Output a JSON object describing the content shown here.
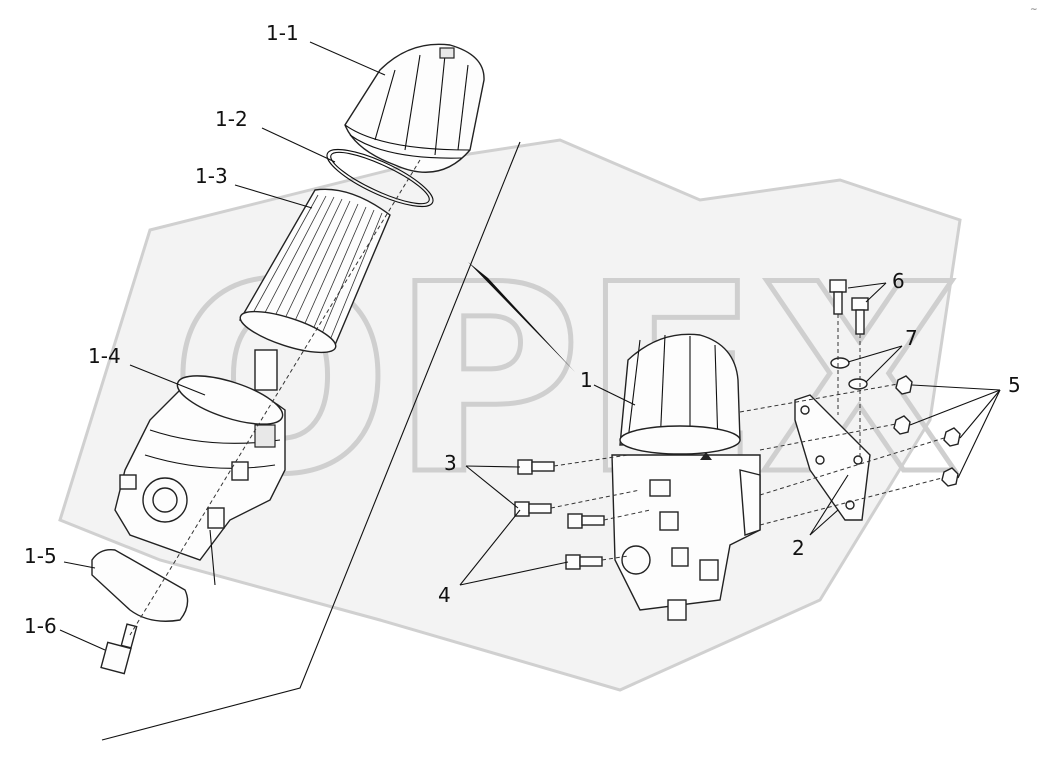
{
  "watermark": {
    "text": "OPEX"
  },
  "labels": {
    "l1_1": "1-1",
    "l1_2": "1-2",
    "l1_3": "1-3",
    "l1_4": "1-4",
    "l1_5": "1-5",
    "l1_6": "1-6",
    "l1": "1",
    "l2": "2",
    "l3": "3",
    "l4": "4",
    "l5": "5",
    "l6": "6",
    "l7": "7"
  }
}
